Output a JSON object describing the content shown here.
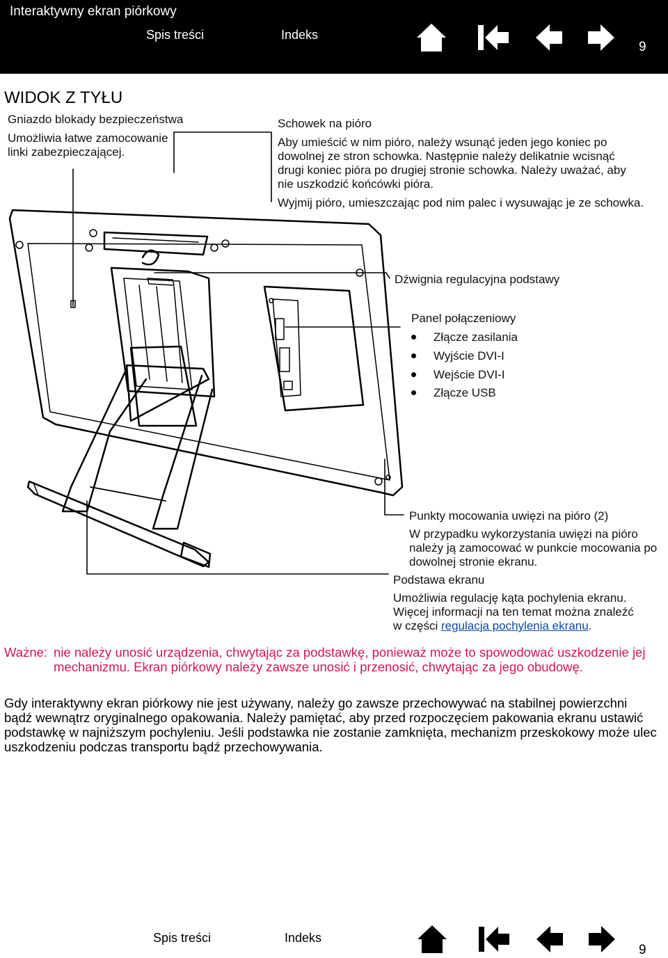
{
  "header": {
    "title": "Interaktywny ekran piórkowy",
    "toc_label": "Spis treści",
    "index_label": "Indeks",
    "page_number": "9"
  },
  "section_title": "WIDOK Z TYŁU",
  "callouts": {
    "security_slot": {
      "title": "Gniazdo blokady bezpieczeństwa",
      "body_line1": "Umożliwia łatwe zamocowanie",
      "body_line2": "linki zabezpieczającej."
    },
    "pen_storage": {
      "title": "Schowek na pióro",
      "line1": "Aby umieścić w nim pióro, należy wsunąć jeden jego koniec po",
      "line2": "dowolnej ze stron schowka. Następnie należy delikatnie wcisnąć",
      "line3": "drugi koniec pióra po drugiej stronie schowka. Należy uważać, aby",
      "line4": "nie uszkodzić końcówki pióra.",
      "line5": "Wyjmij pióro, umieszczając pod nim palec i wysuwając je ze schowka."
    },
    "lever": "Dźwignia regulacyjna podstawy",
    "connection_panel": {
      "title": "Panel połączeniowy",
      "items": [
        "Złącze zasilania",
        "Wyjście DVI-I",
        "Wejście DVI-I",
        "Złącze USB"
      ]
    },
    "tether_points": {
      "title": "Punkty mocowania uwięzi na pióro (2)",
      "line1": "W przypadku wykorzystania uwięzi na pióro",
      "line2": "należy ją zamocować w punkcie mocowania po",
      "line3": "dowolnej stronie ekranu."
    },
    "stand": {
      "title": "Podstawa ekranu",
      "line1": "Umożliwia regulację kąta pochylenia ekranu.",
      "line2": "Więcej informacji na ten temat można znaleźć",
      "line3_prefix": "w części ",
      "link": "regulacja pochylenia ekranu",
      "line3_suffix": "."
    }
  },
  "warning": {
    "label": "Ważne:",
    "text": "nie należy unosić urządzenia, chwytając za podstawkę, ponieważ może to spowodować uszkodzenie jej mechanizmu. Ekran piórkowy należy zawsze unosić i przenosić, chwytając za jego obudowę."
  },
  "paragraph": "Gdy interaktywny ekran piórkowy nie jest używany, należy go zawsze przechowywać na stabilnej powierzchni bądź wewnątrz oryginalnego opakowania. Należy pamiętać, aby przed rozpoczęciem pakowania ekranu ustawić podstawkę w najniższym pochyleniu. Jeśli podstawka nie zostanie zamknięta, mechanizm przeskokowy może ulec uszkodzeniu podczas transportu bądź przechowywania.",
  "footer": {
    "toc_label": "Spis treści",
    "index_label": "Indeks",
    "page_number": "9"
  },
  "colors": {
    "header_bg": "#000000",
    "warning_text": "#d4145a",
    "link": "#0b4aa8"
  },
  "icons": [
    "home-icon",
    "first-page-icon",
    "previous-page-icon",
    "next-page-icon"
  ]
}
